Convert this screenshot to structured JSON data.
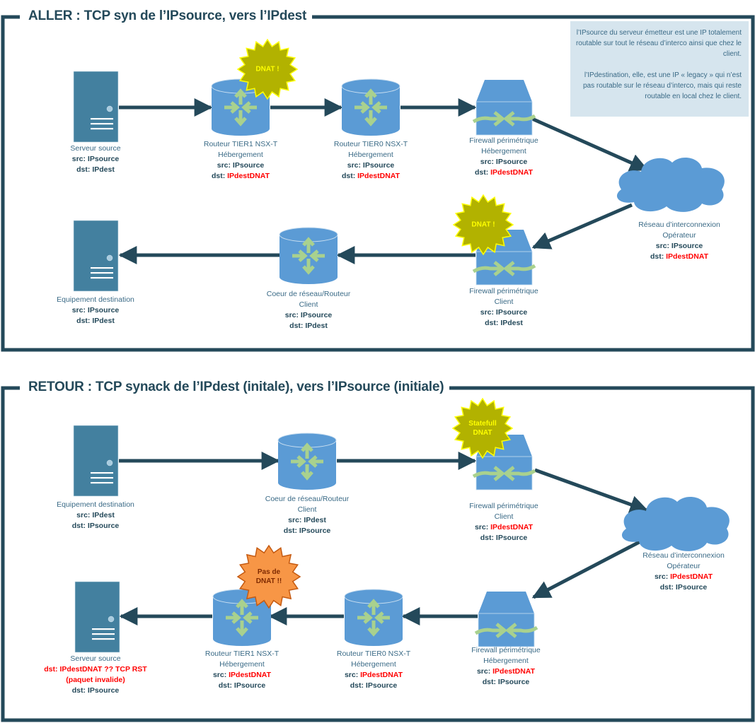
{
  "colors": {
    "frame": "#24495a",
    "arrow": "#24495a",
    "server": "#43809f",
    "device_blue": "#5b9bd5",
    "device_green": "#a9d18e",
    "badge_dnat": "#b2b200",
    "badge_dnat_border": "#ffff00",
    "badge_dnat_text": "#ffff00",
    "badge_warning": "#f79646",
    "badge_warning_border": "#c55a11",
    "badge_warning_text": "#7f2a00",
    "note_bg": "#d6e5ee",
    "highlight": "#ff0000"
  },
  "aller": {
    "title": "ALLER : TCP syn de l’IPsource, vers l’IPdest",
    "note": {
      "p1": "l’IPsource du serveur émetteur est une IP totalement routable sur tout le réseau d’interco ainsi que chez le client.",
      "p2": "l’IPdestination, elle, est une IP « legacy » qui n’est pas routable sur le réseau d’interco, mais qui reste routable en local chez le client."
    },
    "nodes": [
      {
        "id": "serveur-source",
        "type": "server",
        "name": "Serveur source",
        "sub": "",
        "src_label": "src:",
        "src": "IPsource",
        "src_red": false,
        "dst_label": "dst:",
        "dst": "IPdest",
        "dst_red": false
      },
      {
        "id": "routeur-tier1",
        "type": "router",
        "name": "Routeur TIER1 NSX-T",
        "sub": "Hébergement",
        "src_label": "src:",
        "src": "IPsource",
        "src_red": false,
        "dst_label": "dst:",
        "dst": "IPdestDNAT",
        "dst_red": true,
        "badge": "DNAT !"
      },
      {
        "id": "routeur-tier0",
        "type": "router",
        "name": "Routeur TIER0 NSX-T",
        "sub": "Hébergement",
        "src_label": "src:",
        "src": "IPsource",
        "src_red": false,
        "dst_label": "dst:",
        "dst": "IPdestDNAT",
        "dst_red": true
      },
      {
        "id": "firewall-hebergement",
        "type": "firewall",
        "name": "Firewall périmétrique",
        "sub": "Hébergement",
        "src_label": "src:",
        "src": "IPsource",
        "src_red": false,
        "dst_label": "dst:",
        "dst": "IPdestDNAT",
        "dst_red": true
      },
      {
        "id": "reseau-interconnexion",
        "type": "cloud",
        "name": "Réseau d’interconnexion",
        "sub": "Opérateur",
        "src_label": "src:",
        "src": "IPsource",
        "src_red": false,
        "dst_label": "dst:",
        "dst": "IPdestDNAT",
        "dst_red": true
      },
      {
        "id": "firewall-client",
        "type": "firewall",
        "name": "Firewall périmétrique",
        "sub": "Client",
        "src_label": "src:",
        "src": "IPsource",
        "src_red": false,
        "dst_label": "dst:",
        "dst": "IPdest",
        "dst_red": false,
        "badge": "DNAT !"
      },
      {
        "id": "coeur-reseau",
        "type": "router",
        "name": "Coeur de réseau/Routeur",
        "sub": "Client",
        "src_label": "src:",
        "src": "IPsource",
        "src_red": false,
        "dst_label": "dst:",
        "dst": "IPdest",
        "dst_red": false
      },
      {
        "id": "equipement-destination",
        "type": "server",
        "name": "Equipement destination",
        "sub": "",
        "src_label": "src:",
        "src": "IPsource",
        "src_red": false,
        "dst_label": "dst:",
        "dst": "IPdest",
        "dst_red": false
      }
    ]
  },
  "retour": {
    "title": "RETOUR : TCP synack de l’IPdest (initale), vers l’IPsource (initiale)",
    "nodes": [
      {
        "id": "equipement-destination",
        "type": "server",
        "name": "Equipement destination",
        "sub": "",
        "src_label": "src:",
        "src": "IPdest",
        "src_red": false,
        "dst_label": "dst:",
        "dst": "IPsource",
        "dst_red": false
      },
      {
        "id": "coeur-reseau",
        "type": "router",
        "name": "Coeur de réseau/Routeur",
        "sub": "Client",
        "src_label": "src:",
        "src": "IPdest",
        "src_red": false,
        "dst_label": "dst:",
        "dst": "IPsource",
        "dst_red": false
      },
      {
        "id": "firewall-client",
        "type": "firewall",
        "name": "Firewall périmétrique",
        "sub": "Client",
        "src_label": "src:",
        "src": "IPdestDNAT",
        "src_red": true,
        "dst_label": "dst:",
        "dst": "IPsource",
        "dst_red": false,
        "badge": "Statefull\nDNAT"
      },
      {
        "id": "reseau-interconnexion",
        "type": "cloud",
        "name": "Réseau d’interconnexion",
        "sub": "Opérateur",
        "src_label": "src:",
        "src": "IPdestDNAT",
        "src_red": true,
        "dst_label": "dst:",
        "dst": "IPsource",
        "dst_red": false
      },
      {
        "id": "firewall-hebergement",
        "type": "firewall",
        "name": "Firewall périmétrique",
        "sub": "Hébergement",
        "src_label": "src:",
        "src": "IPdestDNAT",
        "src_red": true,
        "dst_label": "dst:",
        "dst": "IPsource",
        "dst_red": false
      },
      {
        "id": "routeur-tier0",
        "type": "router",
        "name": "Routeur TIER0 NSX-T",
        "sub": "Hébergement",
        "src_label": "src:",
        "src": "IPdestDNAT",
        "src_red": true,
        "dst_label": "dst:",
        "dst": "IPsource",
        "dst_red": false
      },
      {
        "id": "routeur-tier1",
        "type": "router",
        "name": "Routeur TIER1 NSX-T",
        "sub": "Hébergement",
        "src_label": "src:",
        "src": "IPdestDNAT",
        "src_red": true,
        "dst_label": "dst:",
        "dst": "IPsource",
        "dst_red": false,
        "badge": "Pas de\nDNAT !!",
        "badge_style": "warning"
      },
      {
        "id": "serveur-source",
        "type": "server",
        "name": "Serveur source",
        "sub": "",
        "src_label": "dst:",
        "src": "IPdestDNAT ?? TCP RST",
        "src_red": true,
        "extra": "(paquet invalide)",
        "dst_label": "dst:",
        "dst": "IPsource",
        "dst_red": false
      }
    ]
  }
}
